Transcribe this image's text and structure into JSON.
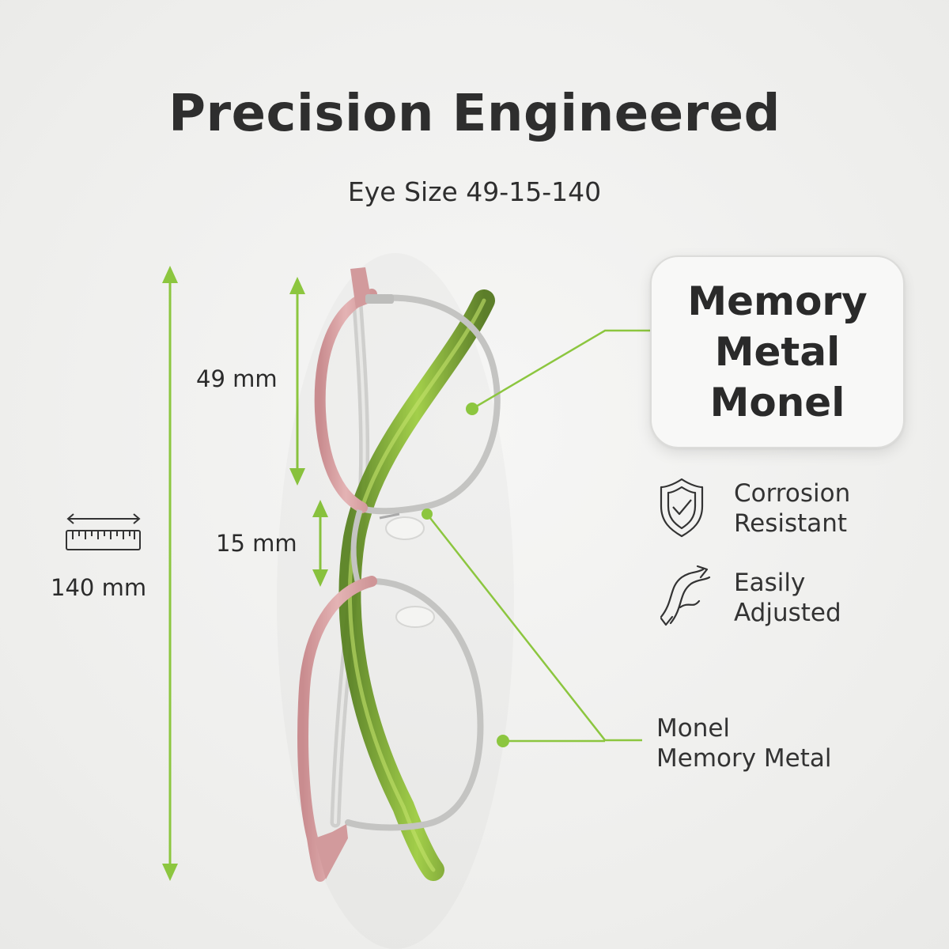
{
  "header": {
    "title": "Precision Engineered",
    "subtitle": "Eye Size 49-15-140"
  },
  "dimensions": {
    "lens_width": "49 mm",
    "bridge_width": "15 mm",
    "temple_length": "140 mm"
  },
  "material_box": {
    "lines": [
      "Memory",
      "Metal",
      "Monel"
    ]
  },
  "features": [
    {
      "icon": "shield-check-icon",
      "line1": "Corrosion",
      "line2": "Resistant"
    },
    {
      "icon": "flex-arrows-icon",
      "line1": "Easily",
      "line2": "Adjusted"
    }
  ],
  "callout": {
    "line1": "Monel",
    "line2": "Memory Metal"
  },
  "colors": {
    "accent_green": "#8cc63f",
    "frame_pink": "#d9a1a3",
    "frame_silver": "#c4c4c2",
    "temple_green": "#5f8e22",
    "text": "#2b2b2b"
  }
}
